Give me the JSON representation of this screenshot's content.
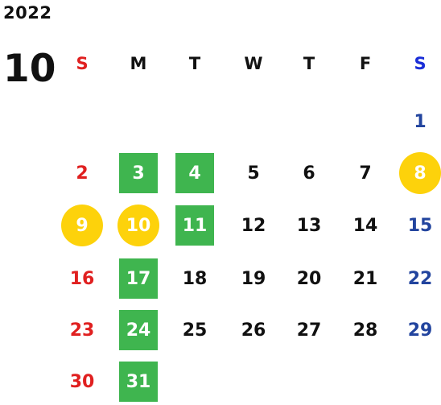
{
  "calendar": {
    "year": "2022",
    "month": "10",
    "weekdays": [
      "S",
      "M",
      "T",
      "W",
      "T",
      "F",
      "S"
    ],
    "colors": {
      "sunday": "#e02020",
      "saturday_header": "#1a2ed8",
      "saturday_dates": "#22449e",
      "weekday": "#111111",
      "green_highlight": "#3fb54f",
      "yellow_highlight": "#fdd20b"
    },
    "weeks": [
      [
        null,
        null,
        null,
        null,
        null,
        null,
        {
          "day": "1"
        }
      ],
      [
        {
          "day": "2"
        },
        {
          "day": "3",
          "highlight": "green"
        },
        {
          "day": "4",
          "highlight": "green"
        },
        {
          "day": "5"
        },
        {
          "day": "6"
        },
        {
          "day": "7"
        },
        {
          "day": "8",
          "highlight": "yellow"
        }
      ],
      [
        {
          "day": "9",
          "highlight": "yellow"
        },
        {
          "day": "10",
          "highlight": "yellow"
        },
        {
          "day": "11",
          "highlight": "green"
        },
        {
          "day": "12"
        },
        {
          "day": "13"
        },
        {
          "day": "14"
        },
        {
          "day": "15"
        }
      ],
      [
        {
          "day": "16"
        },
        {
          "day": "17",
          "highlight": "green"
        },
        {
          "day": "18"
        },
        {
          "day": "19"
        },
        {
          "day": "20"
        },
        {
          "day": "21"
        },
        {
          "day": "22"
        }
      ],
      [
        {
          "day": "23"
        },
        {
          "day": "24",
          "highlight": "green"
        },
        {
          "day": "25"
        },
        {
          "day": "26"
        },
        {
          "day": "27"
        },
        {
          "day": "28"
        },
        {
          "day": "29"
        }
      ],
      [
        {
          "day": "30"
        },
        {
          "day": "31",
          "highlight": "green"
        },
        null,
        null,
        null,
        null,
        null
      ]
    ]
  }
}
